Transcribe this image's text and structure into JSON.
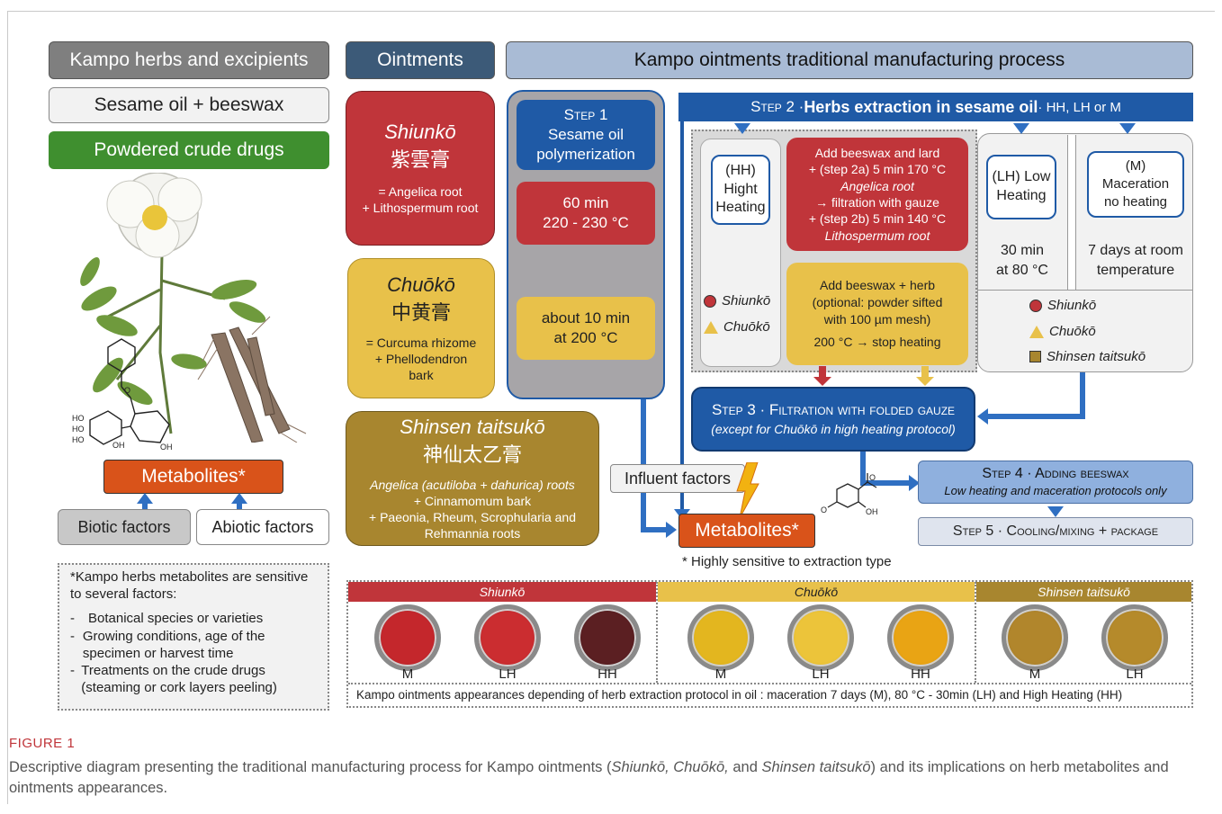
{
  "headers": {
    "herbs": "Kampo herbs and excipients",
    "ointments": "Ointments",
    "process": "Kampo ointments traditional manufacturing process"
  },
  "herbs_panel": {
    "sesame": "Sesame oil + beeswax",
    "powdered": "Powdered crude drugs",
    "metabolites": "Metabolites*",
    "biotic": "Biotic factors",
    "abiotic": "Abiotic factors",
    "note_intro": "*Kampo herbs metabolites are sensitive to several factors:",
    "note_items": [
      "Botanical species or varieties",
      "Growing conditions, age of the specimen or harvest time",
      "Treatments on the crude drugs (steaming or cork layers peeling)"
    ]
  },
  "ointments": {
    "shiunko": {
      "name": "Shiunkō",
      "kanji": "紫雲膏",
      "line1": "= Angelica root",
      "line2": "+ Lithospermum root"
    },
    "chuoko": {
      "name": "Chuōkō",
      "kanji": "中黄膏",
      "line1": "= Curcuma rhizome",
      "line2": "+ Phellodendron",
      "line3": "bark"
    },
    "shinsen": {
      "name": "Shinsen taitsukō",
      "kanji": "神仙太乙膏",
      "line1": "Angelica (acutiloba + dahurica) roots",
      "line2": "+ Cinnamomum bark",
      "line3": "+ Paeonia, Rheum, Scrophularia and",
      "line4": "Rehmannia roots"
    }
  },
  "step1": {
    "title": "Step 1",
    "subtitle": "Sesame oil polymerization",
    "red_time": "60 min",
    "red_temp": "220 - 230 °C",
    "yellow_time": "about 10 min",
    "yellow_temp": "at 200 °C"
  },
  "step2": {
    "title_prefix": "Step 2 · ",
    "title_main": "Herbs extraction in sesame oil",
    "title_suffix": " · HH, LH or M",
    "hh_label": "(HH) Hight Heating",
    "red_lines": [
      "Add beeswax and lard",
      "+ (step 2a) 5 min 170 °C",
      "Angelica root",
      "→ filtration with gauze",
      "+ (step 2b) 5 min 140 °C",
      "Lithospermum root"
    ],
    "yellow_lines": [
      "Add beeswax + herb",
      "(optional: powder sifted",
      "with 100 µm mesh)",
      "200 °C → stop heating"
    ],
    "hh_legend_shiunko": "Shiunkō",
    "hh_legend_chuoko": "Chuōkō",
    "lh_label": "(LH) Low Heating",
    "lh_time": "30 min",
    "lh_temp": "at 80 °C",
    "m_label_1": "(M)",
    "m_label_2": "Maceration",
    "m_label_3": "no heating",
    "m_time": "7 days at room temperature",
    "legend_shiunko": "Shiunkō",
    "legend_chuoko": "Chuōkō",
    "legend_shinsen": "Shinsen taitsukō"
  },
  "step3": {
    "title": "Step 3 · Filtration with folded gauze",
    "subtitle": "(except for Chuōkō in high heating protocol)"
  },
  "step4": {
    "title": "Step 4 · Adding beeswax",
    "subtitle": "Low heating and maceration protocols only"
  },
  "step5": {
    "title": "Step 5 · Cooling/mixing + package"
  },
  "influent": "Influent factors",
  "metabolites_out": "Metabolites*",
  "sensitive_note": "* Highly sensitive to extraction type",
  "appearance": {
    "shiunko": "Shiunkō",
    "chuoko": "Chuōkō",
    "shinsen": "Shinsen taitsukō",
    "labels": [
      "M",
      "LH",
      "HH",
      "M",
      "LH",
      "HH",
      "M",
      "LH"
    ],
    "caption": "Kampo ointments appearances depending of herb extraction protocol in oil : maceration 7 days (M), 80 °C - 30min (LH) and High Heating (HH)"
  },
  "figure": {
    "label": "FIGURE 1",
    "caption_a": "Descriptive diagram presenting the traditional manufacturing process for Kampo ointments (",
    "caption_i1": "Shiunkō, Chuōkō,",
    "caption_b": " and ",
    "caption_i2": "Shinsen taitsukō",
    "caption_c": ") and its implications on herb metabolites and ointments appearances."
  },
  "colors": {
    "grey_header": "#7f7f7f",
    "navy_header": "#3c5a78",
    "light_header": "#a9bbd5",
    "green": "#3f8f2f",
    "red": "#c0353a",
    "yellow": "#e8c14a",
    "brown": "#a8862f",
    "blue": "#1f5aa6",
    "orange": "#d9531a"
  }
}
